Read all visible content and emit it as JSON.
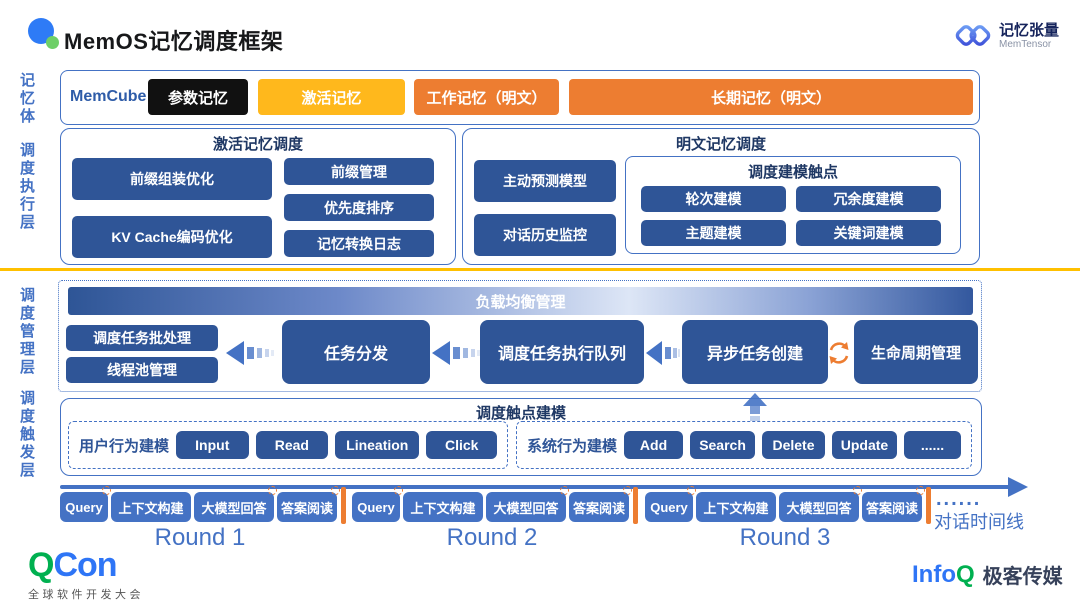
{
  "header": {
    "title": "MemOS记忆调度框架",
    "brand_name": "记忆张量",
    "brand_sub": "MemTensor"
  },
  "rails": {
    "memory": "记忆体",
    "exec": "调度执行层",
    "manage": "调度管理层",
    "trigger": "调度触发层"
  },
  "memcube": {
    "label": "MemCube",
    "param": "参数记忆",
    "activation": "激活记忆",
    "working": "工作记忆（明文）",
    "longterm": "长期记忆（明文）"
  },
  "activation_sched": {
    "title": "激活记忆调度",
    "prefix_assembly": "前缀组装优化",
    "kv_cache": "KV Cache编码优化",
    "prefix_mgmt": "前缀管理",
    "priority_sort": "优先度排序",
    "memory_log": "记忆转换日志"
  },
  "plaintext_sched": {
    "title": "明文记忆调度",
    "predict_model": "主动预测模型",
    "dialog_monitor": "对话历史监控",
    "touch_title": "调度建模触点",
    "t1": "轮次建模",
    "t2": "冗余度建模",
    "t3": "主题建模",
    "t4": "关键词建模"
  },
  "management": {
    "load_balance": "负载均衡管理",
    "batch": "调度任务批处理",
    "thread_pool": "线程池管理",
    "dispatch": "任务分发",
    "queue": "调度任务执行队列",
    "async_create": "异步任务创建",
    "lifecycle": "生命周期管理"
  },
  "trigger_sec": {
    "title": "调度触点建模",
    "user_label": "用户行为建模",
    "u1": "Input",
    "u2": "Read",
    "u3": "Lineation",
    "u4": "Click",
    "sys_label": "系统行为建模",
    "s1": "Add",
    "s2": "Search",
    "s3": "Delete",
    "s4": "Update",
    "s5": "......"
  },
  "timeline": {
    "rounds": [
      {
        "label": "Round 1",
        "s1": "Query",
        "s2": "上下文构建",
        "s3": "大模型回答",
        "s4": "答案阅读"
      },
      {
        "label": "Round 2",
        "s1": "Query",
        "s2": "上下文构建",
        "s3": "大模型回答",
        "s4": "答案阅读"
      },
      {
        "label": "Round 3",
        "s1": "Query",
        "s2": "上下文构建",
        "s3": "大模型回答",
        "s4": "答案阅读"
      }
    ],
    "ellipsis": "......",
    "axis": "对话时间线"
  },
  "footer": {
    "qcon_q": "Q",
    "qcon_con": "Con",
    "qcon_sub": "全球软件开发大会",
    "infoq_info": "Info",
    "infoq_q": "Q",
    "infoq_media": "极客传媒"
  },
  "colors": {
    "box_blue": "#2f5597",
    "border_blue": "#4472c4",
    "accent_orange": "#ed7d31",
    "accent_yellow": "#ffb81c",
    "memcube_black": "#111111",
    "title_navy": "#1f3864",
    "timeline_blue": "#4472c4",
    "divider_yellow": "#ffc000",
    "qcon_green": "#00b050",
    "qcon_blue": "#2e75f6"
  }
}
